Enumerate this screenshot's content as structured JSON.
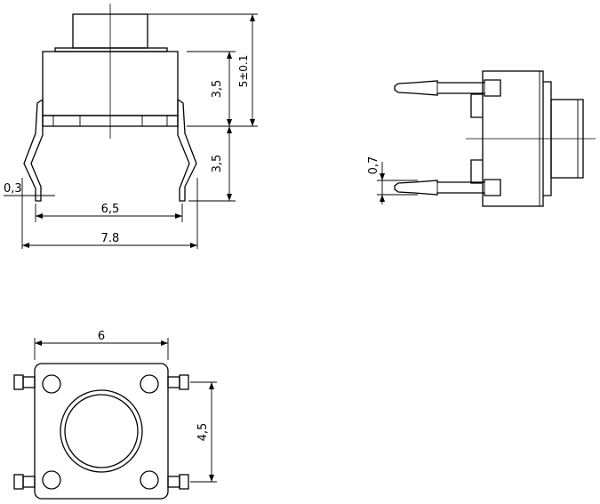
{
  "views": {
    "front": {
      "dims": {
        "body_height": "3,5",
        "total_height": "5±0.1",
        "lead_length": "3,5",
        "lead_thickness": "0,3",
        "lead_pitch": "6,5",
        "overall_width": "7.8"
      }
    },
    "side": {
      "dims": {
        "lead_width": "0,7"
      }
    },
    "top": {
      "dims": {
        "body_width": "6",
        "terminal_pitch": "4,5"
      }
    }
  }
}
